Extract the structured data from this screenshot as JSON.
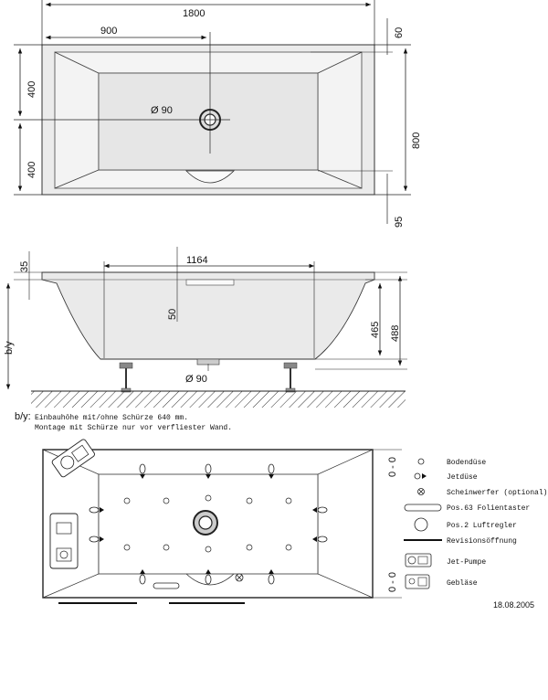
{
  "top_view": {
    "dim_length": "1800",
    "dim_half": "900",
    "dim_depth": "800",
    "dim_half_depth_upper": "400",
    "dim_half_depth_lower": "400",
    "dim_rim_top": "60",
    "dim_rim_bottom": "95",
    "drain_label": "Ø 90"
  },
  "side_view": {
    "dim_inner_length": "1164",
    "dim_rim_height": "35",
    "dim_drain_depth": "50",
    "dim_height_inner": "465",
    "dim_height_total": "488",
    "dim_by": "b/y",
    "drain_label": "Ø 90"
  },
  "notes": {
    "label": "b/y:",
    "line1": "Einbauhöhe mit/ohne Schürze 640 mm.",
    "line2": "Montage mit Schürze nur vor verfliester Wand."
  },
  "plan_view": {
    "side_dims": [
      "0 - 0",
      "0 - 0"
    ]
  },
  "legend": [
    {
      "icon": "circle-outline-icon",
      "label": "Bodendüse"
    },
    {
      "icon": "circle-arrow-icon",
      "label": "Jetdüse"
    },
    {
      "icon": "cross-circle-icon",
      "label": "Scheinwerfer (optional)"
    },
    {
      "icon": "rounded-bar-icon",
      "label": "Pos.63 Folientaster"
    },
    {
      "icon": "big-circle-icon",
      "label": "Pos.2 Luftregler"
    },
    {
      "icon": "thick-line-icon",
      "label": "Revisionsöffnung"
    },
    {
      "icon": "jet-pump-icon",
      "label": "Jet-Pumpe"
    },
    {
      "icon": "blower-icon",
      "label": "Gebläse"
    }
  ],
  "date": "18.08.2005"
}
